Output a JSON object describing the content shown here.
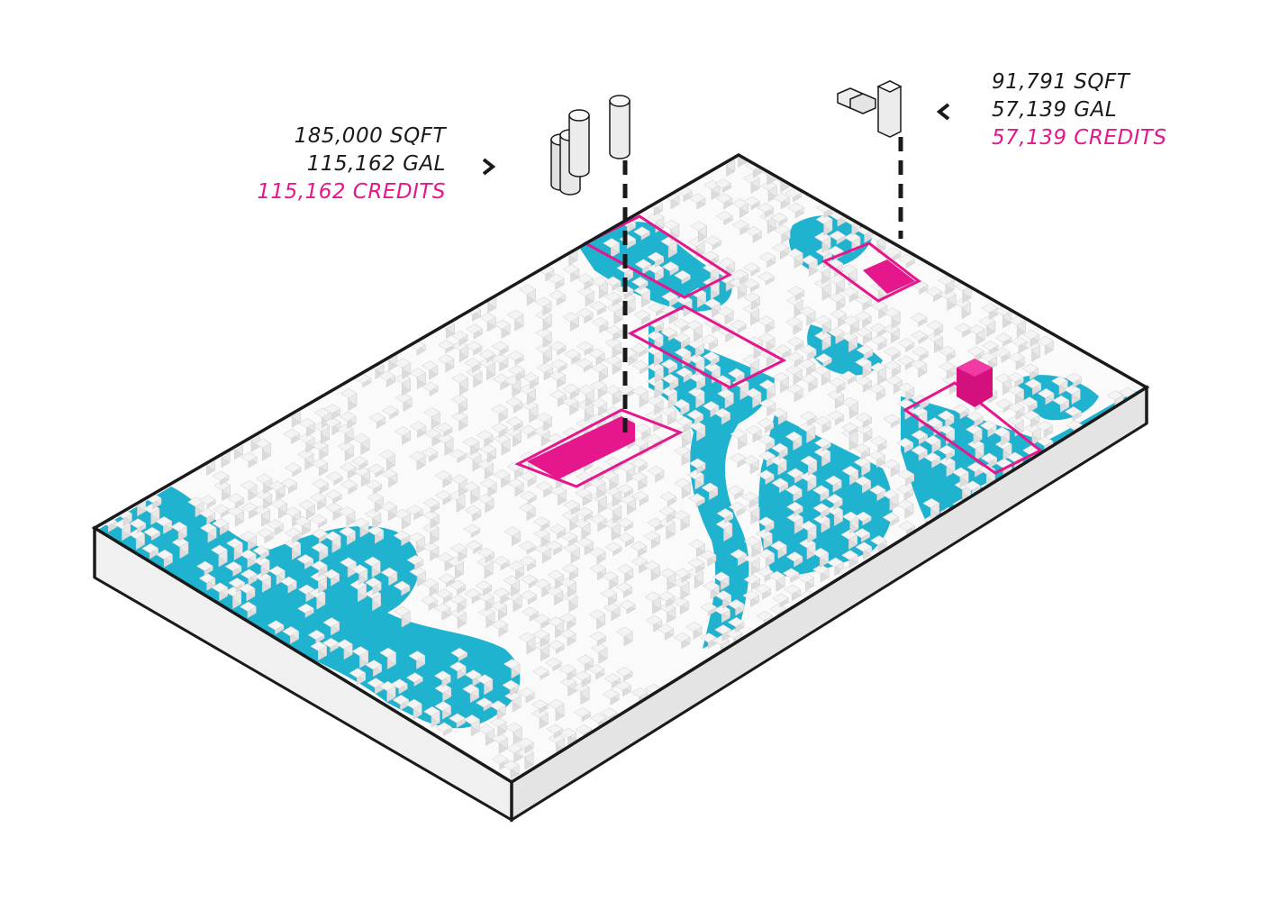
{
  "left_callout": {
    "sqft": "185,000 SQFT",
    "gal": "115,162 GAL",
    "credits": "115,162 CREDITS",
    "arrow": "chevron-right-icon"
  },
  "right_callout": {
    "sqft": "91,791 SQFT",
    "gal": "57,139 GAL",
    "credits": "57,139 CREDITS",
    "arrow": "chevron-left-icon"
  },
  "colors": {
    "water": "#1fb3cf",
    "highlight": "#e6168c",
    "building": "#f4f4f4",
    "outline": "#1a1a1a",
    "slab_side": "#ececec"
  }
}
